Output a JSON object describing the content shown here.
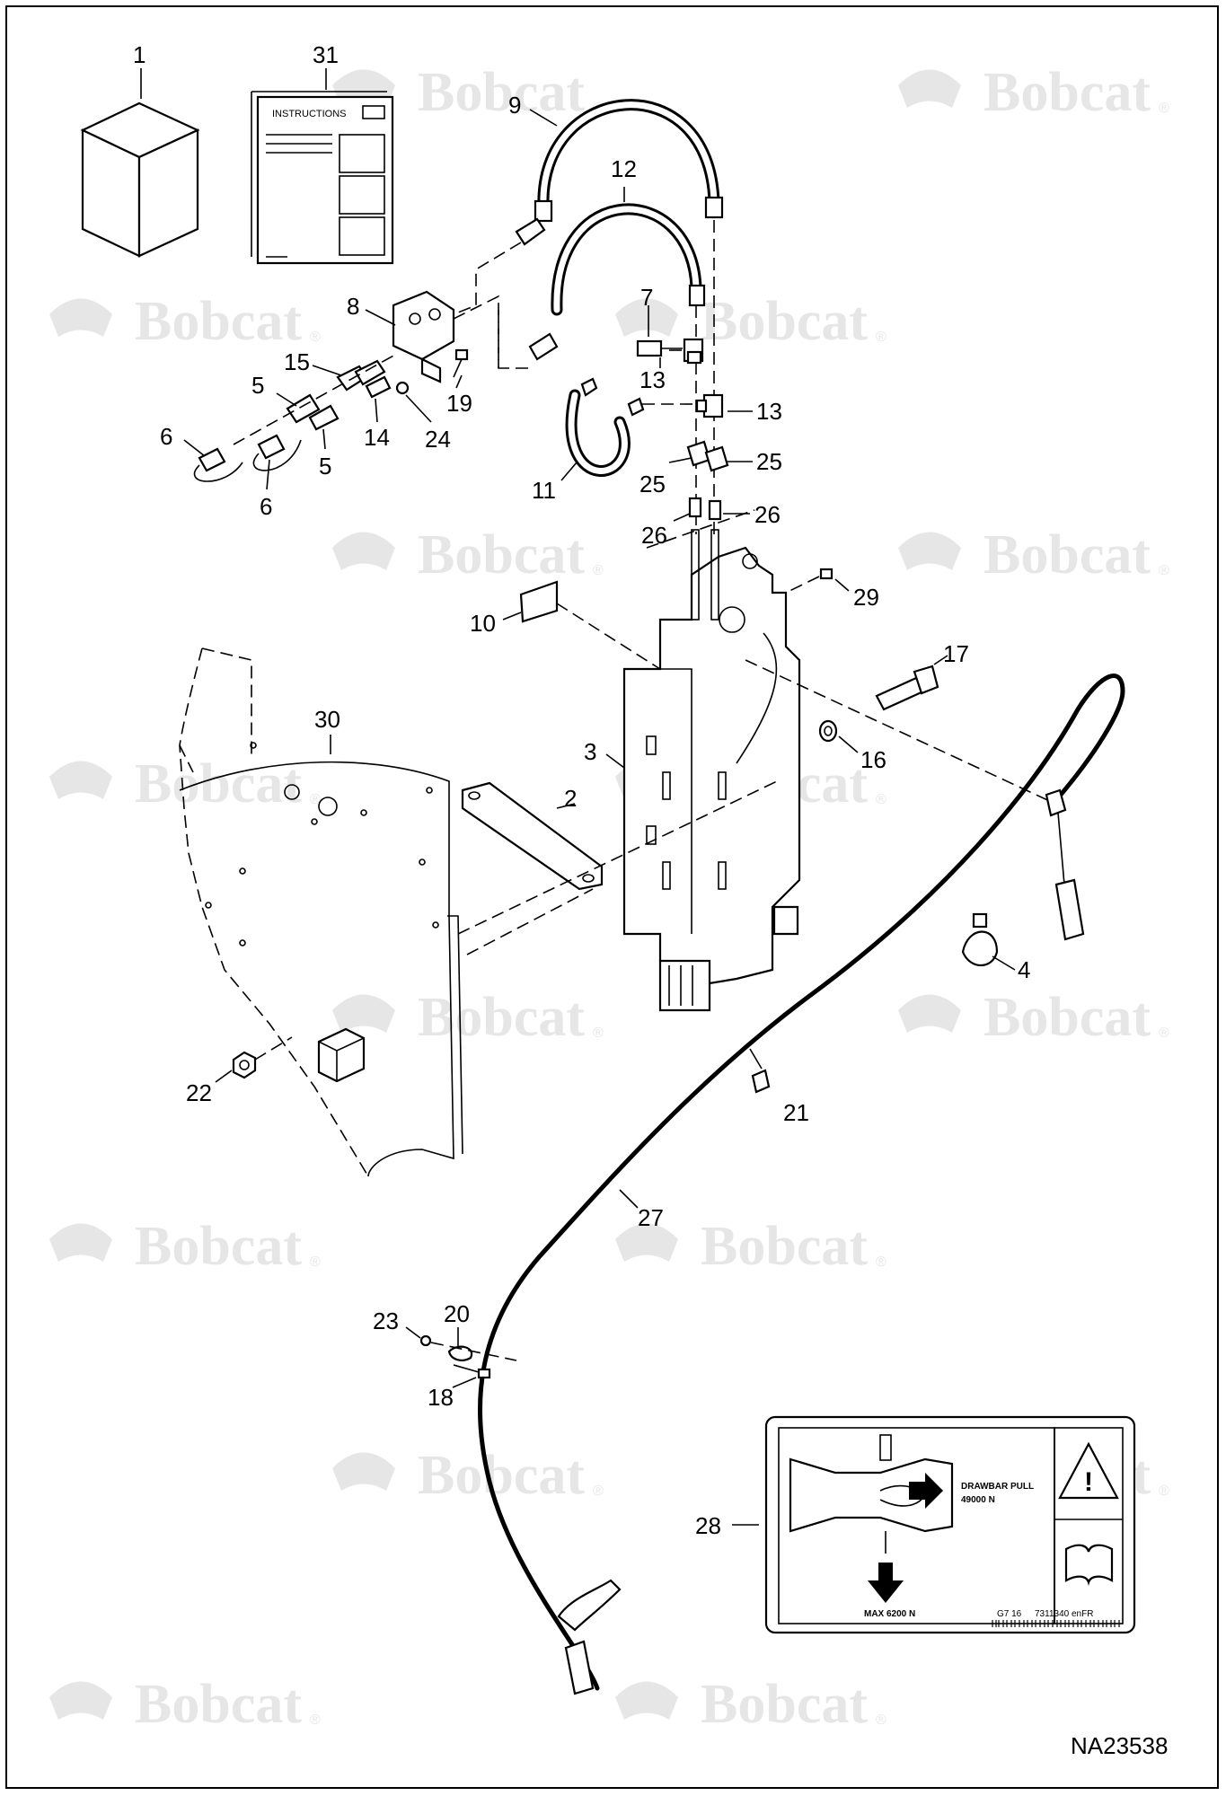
{
  "watermark": {
    "brand": "Bobcat",
    "registered": "®"
  },
  "drawing_id": "NA23538",
  "instructions_sheet": {
    "title": "INSTRUCTIONS"
  },
  "decal": {
    "drawbar_label": "DRAWBAR PULL",
    "drawbar_value": "49000 N",
    "max_label": "MAX 6200 N",
    "rev": "G7 16",
    "code": "7311340 enFR"
  },
  "callouts": {
    "c1": "1",
    "c31": "31",
    "c9": "9",
    "c12": "12",
    "c8": "8",
    "c7": "7",
    "c15": "15",
    "c5a": "5",
    "c5b": "5",
    "c6a": "6",
    "c6b": "6",
    "c14": "14",
    "c24": "24",
    "c19": "19",
    "c13a": "13",
    "c13b": "13",
    "c11": "11",
    "c25a": "25",
    "c25b": "25",
    "c26a": "26",
    "c26b": "26",
    "c29": "29",
    "c10": "10",
    "c17": "17",
    "c30": "30",
    "c3": "3",
    "c2": "2",
    "c16": "16",
    "c4": "4",
    "c22": "22",
    "c21": "21",
    "c27": "27",
    "c23": "23",
    "c20": "20",
    "c18": "18",
    "c28": "28"
  }
}
